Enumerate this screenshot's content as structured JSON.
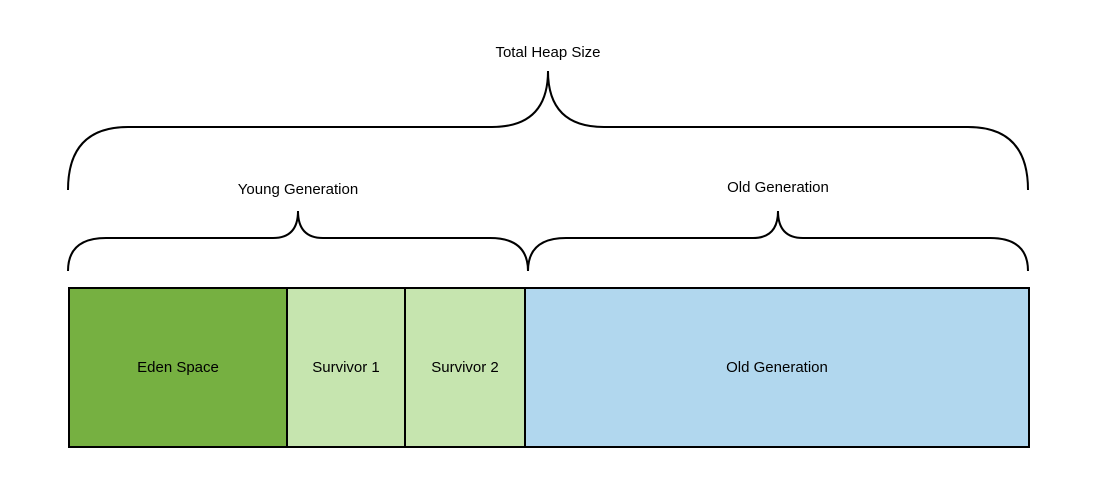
{
  "diagram": {
    "labels": {
      "total_heap": "Total Heap Size",
      "young_generation": "Young Generation",
      "old_generation": "Old Generation"
    },
    "boxes": [
      {
        "label": "Eden Space",
        "fill": "#76b041"
      },
      {
        "label": "Survivor 1",
        "fill": "#c6e5af"
      },
      {
        "label": "Survivor 2",
        "fill": "#c6e5af"
      },
      {
        "label": "Old Generation",
        "fill": "#b1d7ee"
      }
    ],
    "colors": {
      "stroke": "#000000",
      "background": "#ffffff",
      "text": "#000000"
    }
  }
}
